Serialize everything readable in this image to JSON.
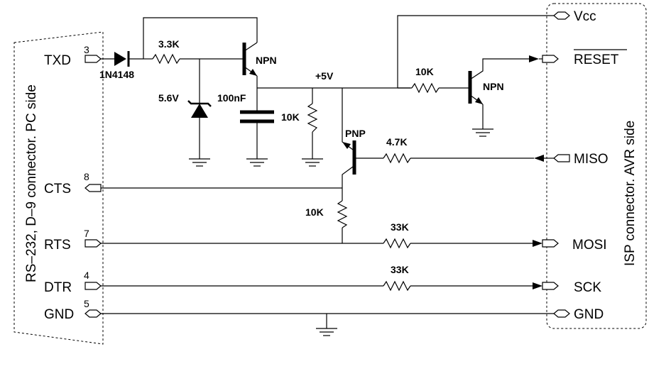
{
  "pc": {
    "side_label": "RS–232, D–9 connector. PC side",
    "pins": [
      {
        "name": "TXD",
        "number": "3"
      },
      {
        "name": "CTS",
        "number": "8"
      },
      {
        "name": "RTS",
        "number": "7"
      },
      {
        "name": "DTR",
        "number": "4"
      },
      {
        "name": "GND",
        "number": "5"
      }
    ]
  },
  "avr": {
    "side_label": "ISP connector. AVR side",
    "pins": {
      "vcc": "Vcc",
      "reset": "RESET",
      "miso": "MISO",
      "mosi": "MOSI",
      "sck": "SCK",
      "gnd": "GND"
    }
  },
  "components": {
    "diode": "1N4148",
    "r_txd": "3.3K",
    "zener": "5.6V",
    "npn1": "NPN",
    "cap": "100nF",
    "supply": "+5V",
    "r_pulldown": "10K",
    "pnp": "PNP",
    "r_miso": "4.7K",
    "r_reset": "10K",
    "npn2": "NPN",
    "r_cts": "10K",
    "r_mosi": "33K",
    "r_sck": "33K"
  }
}
